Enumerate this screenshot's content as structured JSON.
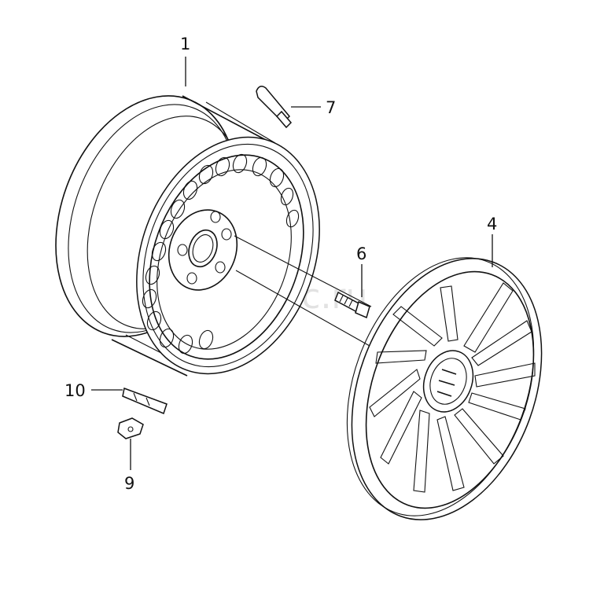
{
  "watermark": "vagtec.ru",
  "labels": {
    "wheel_rim": "1",
    "hub_cap": "4",
    "wheel_bolt": "6",
    "tyre_valve": "7",
    "retainer": "9",
    "balance_weight": "10"
  }
}
